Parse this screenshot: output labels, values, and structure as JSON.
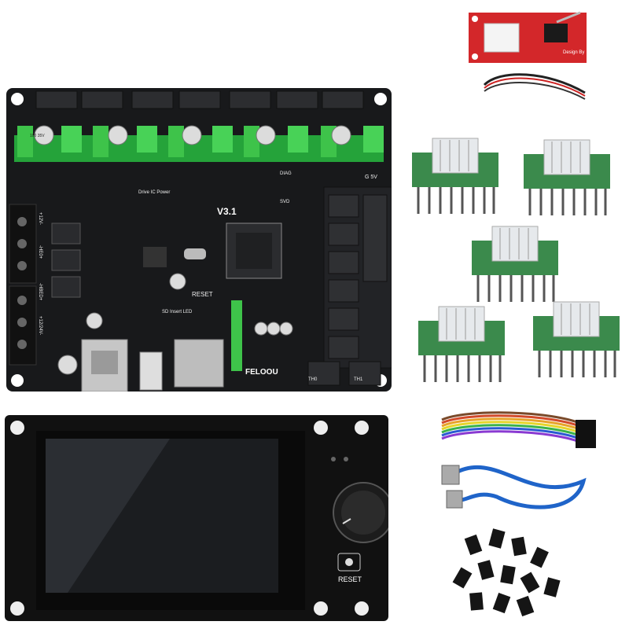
{
  "mainboard": {
    "version_label": "V3.1",
    "reset_label": "RESET",
    "sd_label": "SD Insert LED",
    "drive_label": "Drive IC Power",
    "svd_label": "SVD",
    "diag_label": "DIAG",
    "power_label": "G 5V",
    "cap_label": "100 35V",
    "brand_label": "FELOOU",
    "heater_labels": [
      "+12V-",
      "-HE0+",
      "-HBED+",
      "+12/24V-"
    ],
    "thermistor_labels": [
      "TH0",
      "TH1"
    ],
    "colors": {
      "pcb": "#17181a",
      "terminal": "#3ec34a",
      "header": "#2c2d30"
    }
  },
  "display": {
    "reset_label": "RESET",
    "colors": {
      "bezel": "#111111",
      "screen": "#1b1d20"
    }
  },
  "endstop": {
    "board_label": "Design By",
    "colors": {
      "pcb": "#d3272a"
    }
  },
  "drivers": {
    "count": 5,
    "colors": {
      "pcb": "#3b8a4c",
      "heatsink": "#e6e9ec"
    }
  },
  "cables": [
    "ribbon-cable",
    "usb-cable"
  ],
  "jumpers": {
    "color": "#151515"
  }
}
